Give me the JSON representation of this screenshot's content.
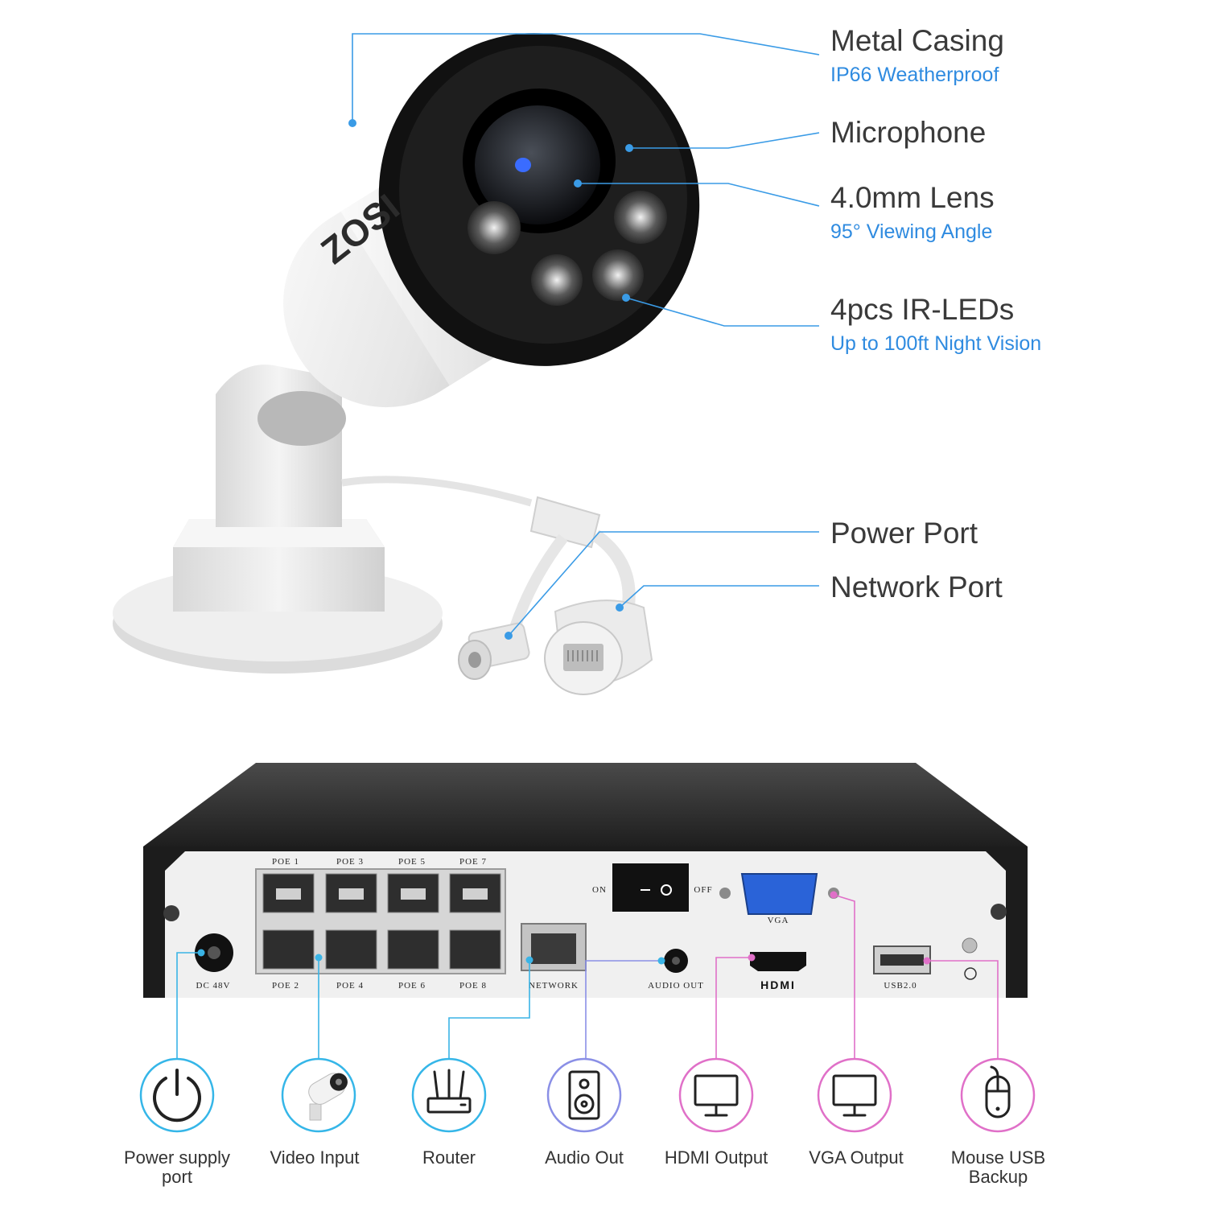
{
  "brand": {
    "logo_text": "ZOSI"
  },
  "camera_callouts": [
    {
      "title": "Metal Casing",
      "subtitle": "IP66 Weatherproof"
    },
    {
      "title": "Microphone",
      "subtitle": ""
    },
    {
      "title": "4.0mm Lens",
      "subtitle": "95° Viewing Angle"
    },
    {
      "title": "4pcs IR-LEDs",
      "subtitle": "Up to 100ft Night Vision"
    },
    {
      "title": "Power Port",
      "subtitle": ""
    },
    {
      "title": "Network Port",
      "subtitle": ""
    }
  ],
  "nvr_panel": {
    "poe_top": [
      "POE 1",
      "POE 3",
      "POE 5",
      "POE 7"
    ],
    "poe_bottom": [
      "POE 2",
      "POE 4",
      "POE 6",
      "POE 8"
    ],
    "dc": "DC 48V",
    "network": "NETWORK",
    "audio_out": "AUDIO OUT",
    "switch_on": "ON",
    "switch_off": "OFF",
    "vga": "VGA",
    "hdmi": "HDMI",
    "usb": "USB2.0"
  },
  "port_icons": [
    {
      "label": "Power supply port",
      "icon": "power-icon",
      "ring_color": "#35b6e8"
    },
    {
      "label": "Video Input",
      "icon": "camera-icon",
      "ring_color": "#35b6e8"
    },
    {
      "label": "Router",
      "icon": "router-icon",
      "ring_color": "#35b6e8"
    },
    {
      "label": "Audio Out",
      "icon": "speaker-icon",
      "ring_color": "#8a8fe6"
    },
    {
      "label": "HDMI Output",
      "icon": "monitor-icon",
      "ring_color": "#e070c8"
    },
    {
      "label": "VGA Output",
      "icon": "monitor-icon",
      "ring_color": "#e070c8"
    },
    {
      "label": "Mouse USB Backup",
      "icon": "mouse-icon",
      "ring_color": "#e070c8"
    }
  ],
  "colors": {
    "leader_blue": "#3a9be6",
    "leader_cyan": "#3ab4e6",
    "leader_pink": "#e070c8",
    "title_gray": "#3a3a3a",
    "subtitle_blue": "#2f8be0"
  }
}
